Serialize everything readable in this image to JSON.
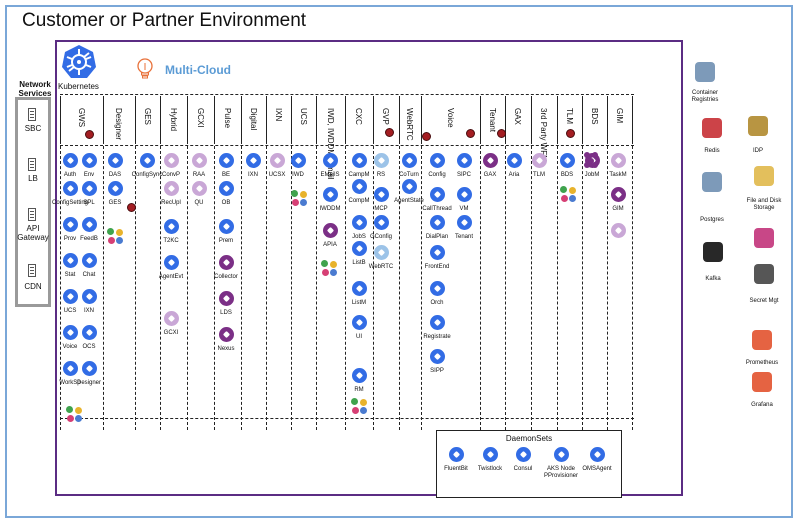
{
  "title": "Customer or Partner Environment",
  "kubernetes_label": "Kubernetes",
  "multicloud_label": "Multi-Cloud",
  "network": {
    "title": "Network Services",
    "items": [
      "SBC",
      "LB",
      "API Gateway",
      "CDN"
    ]
  },
  "columns": [
    "GWS",
    "Designer",
    "GES",
    "Hybrid",
    "GCXI",
    "Pulse",
    "Digital",
    "IXN",
    "UCS",
    "IWD, IWDDM, email",
    "CXC",
    "GVP",
    "WebRTC",
    "Voice",
    "Tenant",
    "GAX",
    "3rd Party WFM",
    "TLM",
    "BDS",
    "GIM"
  ],
  "services": [
    "Auth",
    "Env",
    "ConfigSetting",
    "SPL",
    "Prov",
    "FeedB",
    "Stat",
    "Chat",
    "UCS",
    "IXN",
    "Voice",
    "OCS",
    "WorkSp",
    "Designer",
    "DAS",
    "GES",
    "ConfigSync",
    "ConvP",
    "RecUpl",
    "T2KC",
    "AgentEvt",
    "GCXI",
    "RAA",
    "QU",
    "BE",
    "OB",
    "Prem",
    "Collector",
    "LDS",
    "Nexus",
    "IXN",
    "UCSX",
    "IWD",
    "EMailS",
    "IWDDM",
    "APIA",
    "CampM",
    "CompM",
    "JobS",
    "ListB",
    "ListM",
    "UI",
    "RM",
    "RS",
    "MCP",
    "GConfig",
    "WebRTC",
    "CoTurn",
    "AgentState",
    "Config",
    "CallThread",
    "DialPlan",
    "FrontEnd",
    "Orch",
    "Registrate",
    "SIPP",
    "SIPC",
    "VM",
    "Tenant",
    "GAX",
    "Aria",
    "TLM",
    "BDS",
    "JobM",
    "TaskM",
    "GIM"
  ],
  "daemonsets": {
    "title": "DaemonSets",
    "items": [
      "FluentBit",
      "Twistlock",
      "Consul",
      "AKS Node PProvisioner",
      "OMSAgent"
    ]
  },
  "right_services": [
    "Container Registries",
    "Redis",
    "IDP",
    "Postgres",
    "File and Disk Storage",
    "Kafka",
    "Secret Mgt",
    "Prometheus",
    "Grafana"
  ],
  "colors": {
    "frame_outer": "#7aa7d8",
    "frame_kube": "#5b2c83",
    "k8s_blue": "#326ce5",
    "purple": "#7b2f86",
    "lilac": "#c9a7d6",
    "lightblue": "#9cc3e8",
    "red_dot": "#a31d22",
    "multicloud": "#5b9bd5"
  }
}
